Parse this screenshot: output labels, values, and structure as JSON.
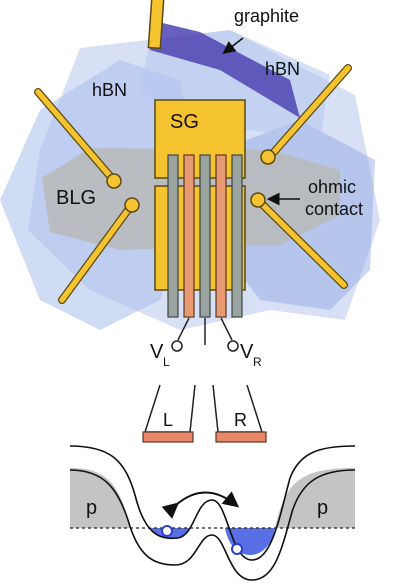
{
  "labels": {
    "graphite": "graphite",
    "hbn_left": "hBN",
    "hbn_right": "hBN",
    "sg": "SG",
    "blg": "BLG",
    "ohmic_line1": "ohmic",
    "ohmic_line2": "contact",
    "v_left": "V",
    "v_left_sub": "L",
    "v_right": "V",
    "v_right_sub": "R",
    "lead_left": "L",
    "lead_right": "R",
    "p_left": "p",
    "p_right": "p"
  },
  "colors": {
    "gold": "#F5C330",
    "gold_stroke": "#5A4A10",
    "hbn_light": "#C9D6F2",
    "hbn_mid": "#A9BEEB",
    "hbn_dark": "#8EA5E2",
    "graphite": "#4E44B3",
    "blg_gray": "#B8BAB9",
    "finger_gray": "#9AA39F",
    "finger_salmon": "#E79A70",
    "lead_salmon": "#E8876A",
    "reservoir_gray": "#C4C4C4",
    "dot_blue": "#2D3FD0",
    "level_blue": "#3C56E0",
    "arrow_black": "#111111"
  }
}
